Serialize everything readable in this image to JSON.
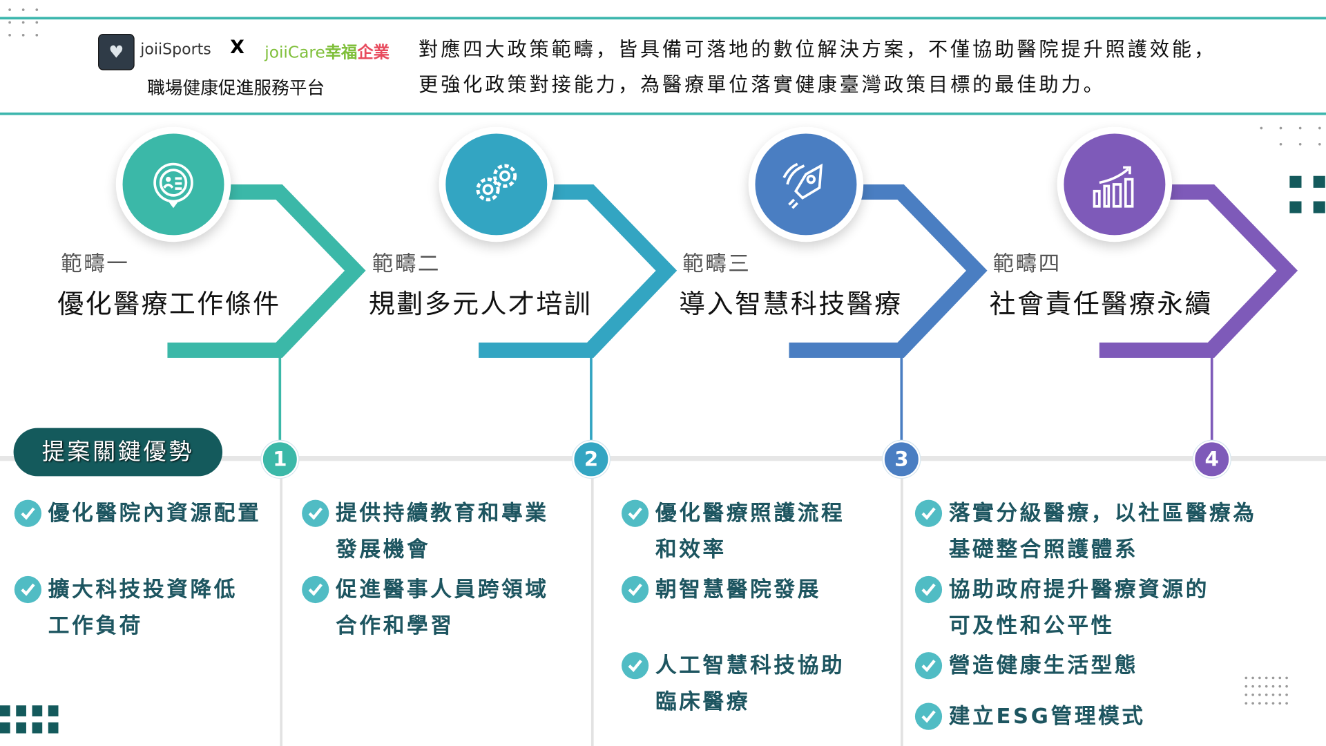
{
  "header": {
    "logo_left": "joiiSports",
    "logo_sep": "X",
    "logo_right_a": "joiiCare",
    "logo_right_b": "幸福",
    "logo_right_c": "企業",
    "platform": "職場健康促進服務平台",
    "description_line1": "對應四大政策範疇，皆具備可落地的數位解決方案，不僅協助醫院提升照護效能，",
    "description_line2": "更強化政策對接能力，為醫療單位落實健康臺灣政策目標的最佳助力。"
  },
  "categories": [
    {
      "sub": "範疇一",
      "title": "優化醫療工作條件",
      "num": "1",
      "color": "#3bb8a8",
      "icon": "chat-person-icon"
    },
    {
      "sub": "範疇二",
      "title": "規劃多元人才培訓",
      "num": "2",
      "color": "#33a5c2",
      "icon": "gears-icon"
    },
    {
      "sub": "範疇三",
      "title": "導入智慧科技醫療",
      "num": "3",
      "color": "#4a7ec2",
      "icon": "rocket-icon"
    },
    {
      "sub": "範疇四",
      "title": "社會責任醫療永續",
      "num": "4",
      "color": "#7e5ab9",
      "icon": "growth-chart-icon"
    }
  ],
  "badge": "提案關鍵優勢",
  "advantages": [
    [
      "優化醫院內資源配置",
      "擴大科技投資降低\n工作負荷"
    ],
    [
      "提供持續教育和專業\n發展機會",
      "促進醫事人員跨領域\n合作和學習"
    ],
    [
      "優化醫療照護流程\n和效率",
      "朝智慧醫院發展",
      "人工智慧科技協助\n臨床醫療"
    ],
    [
      "落實分級醫療，以社區醫療為\n基礎整合照護體系",
      "協助政府提升醫療資源的\n可及性和公平性",
      "營造健康生活型態",
      "建立ESG管理模式"
    ]
  ]
}
